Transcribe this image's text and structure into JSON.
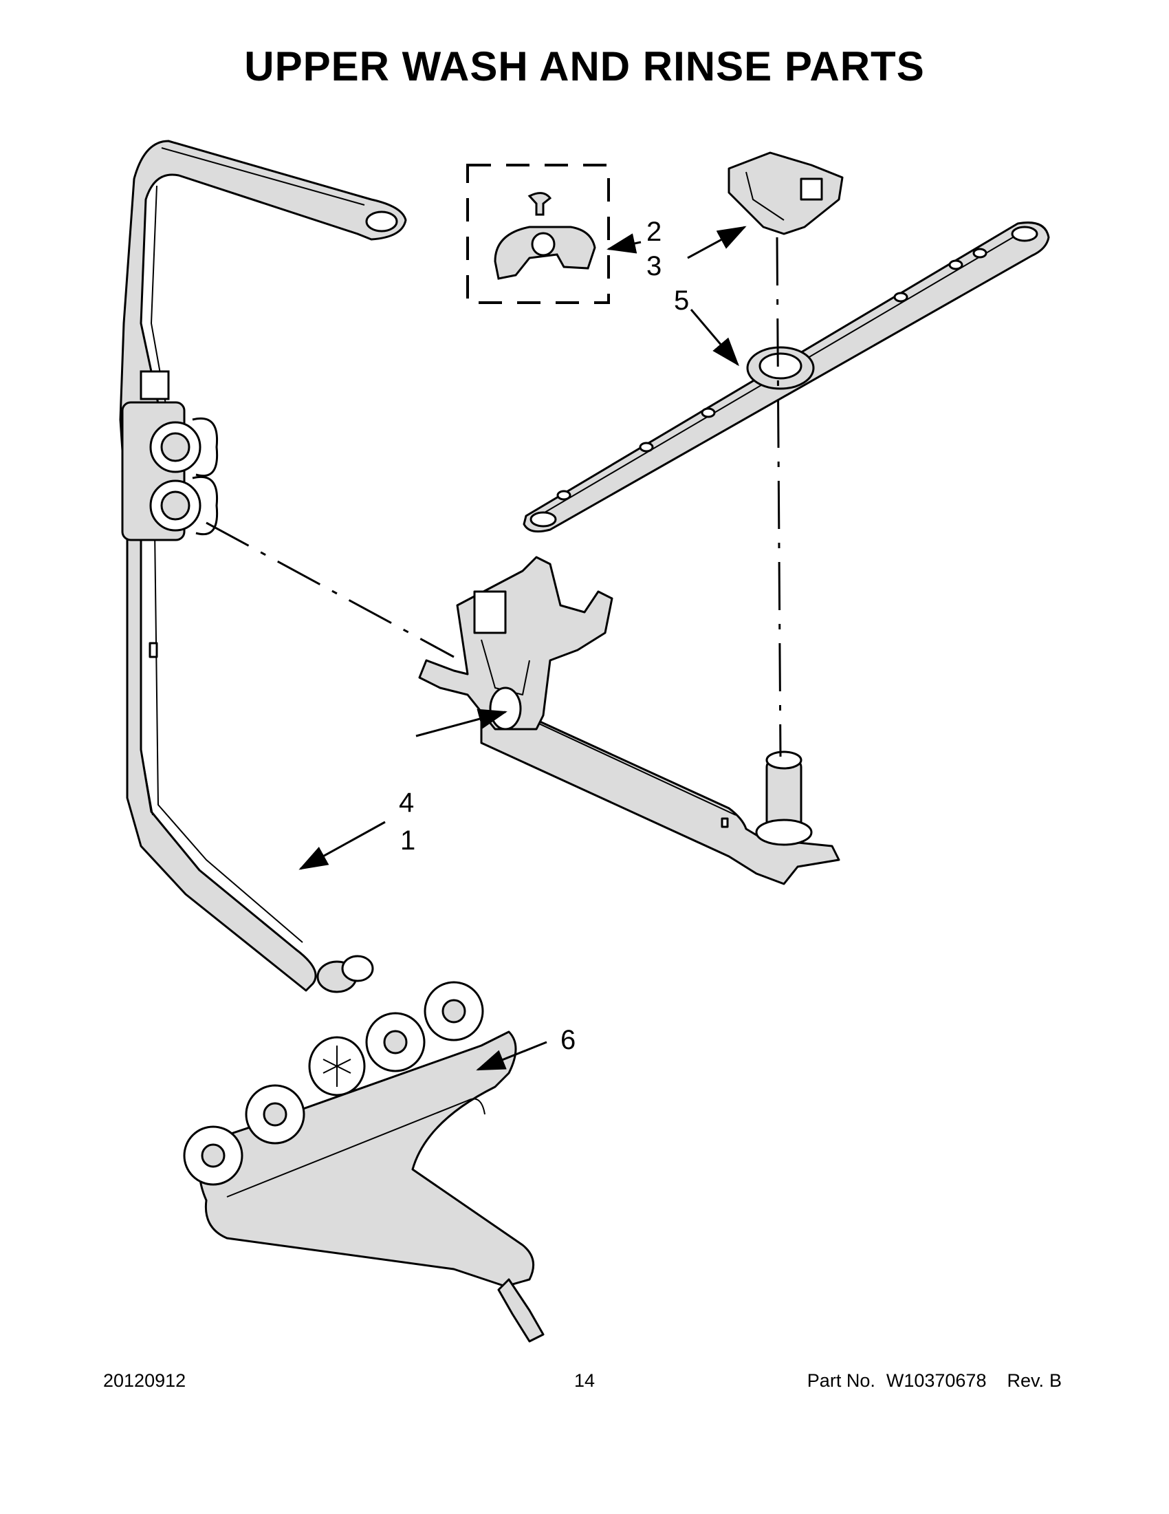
{
  "title": "UPPER WASH AND RINSE PARTS",
  "callouts": {
    "c1": "1",
    "c2": "2",
    "c3": "3",
    "c4": "4",
    "c5": "5",
    "c6": "6"
  },
  "footer": {
    "date": "20120912",
    "page": "14",
    "part_label": "Part No.",
    "part_number": "W10370678",
    "rev_label": "Rev.",
    "rev": "B"
  }
}
